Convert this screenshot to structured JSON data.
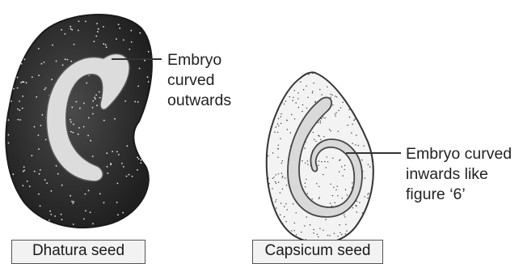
{
  "dhatura": {
    "caption": "Dhatura seed",
    "annotation": [
      "Embryo",
      "curved",
      "outwards"
    ]
  },
  "capsicum": {
    "caption": "Capsicum seed",
    "annotation": [
      "Embryo curved",
      "inwards like",
      "figure ‘6’"
    ]
  },
  "colors": {
    "dhatura_seed": "#2b2b2b",
    "embryo_fill": "#d9d9d9",
    "capsicum_seed": "#f3f3f3",
    "outline": "#333333"
  }
}
